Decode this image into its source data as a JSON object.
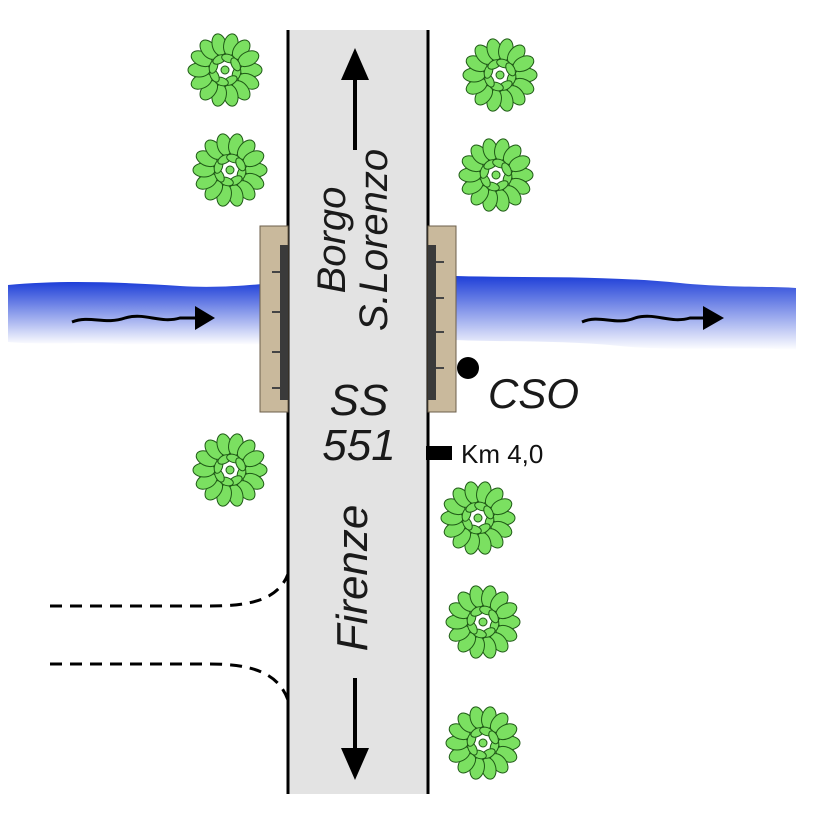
{
  "road": {
    "top_destination_line1": "Borgo",
    "top_destination_line2": "S.Lorenzo",
    "bottom_destination": "Firenze",
    "route_code_line1": "SS",
    "route_code_line2": "551"
  },
  "station": {
    "label": "CSO"
  },
  "kilometer_marker": {
    "label": "Km 4,0"
  },
  "colors": {
    "road_fill": "#e3e3e3",
    "road_edge": "#000000",
    "river_top": "#1e3fd8",
    "river_bottom": "#ffffff",
    "bridge": "#c9b99c",
    "tree_fill": "#7be061",
    "tree_stroke": "#1f5a16"
  },
  "icons": [
    "tree-icon",
    "flow-arrow-icon",
    "direction-arrow-icon",
    "station-dot-icon",
    "km-marker-icon"
  ]
}
